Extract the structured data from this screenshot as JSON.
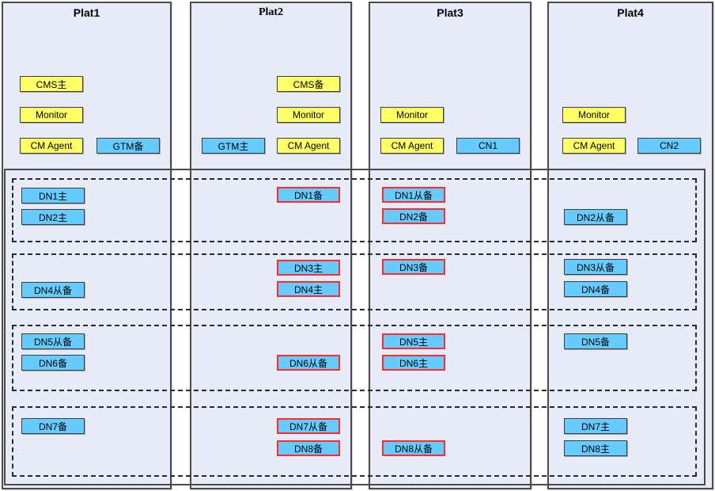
{
  "platforms": [
    {
      "title": "Plat1"
    },
    {
      "title": "Plat2"
    },
    {
      "title": "Plat3"
    },
    {
      "title": "Plat4"
    }
  ],
  "colors": {
    "platform_fill": "#E6EBF7",
    "yellow_node_fill": "#FFFF66",
    "blue_node_fill": "#66CCFF",
    "highlight_border": "#FF2B2B",
    "border_dark": "#4a4a4a"
  },
  "nodes": {
    "p1_cms": "CMS主",
    "p1_monitor": "Monitor",
    "p1_cm_agent": "CM Agent",
    "p1_gtm": "GTM备",
    "p2_cms": "CMS备",
    "p2_monitor": "Monitor",
    "p2_gtm": "GTM主",
    "p2_cm_agent": "CM Agent",
    "p3_monitor": "Monitor",
    "p3_cm_agent": "CM Agent",
    "p3_cn": "CN1",
    "p4_monitor": "Monitor",
    "p4_cm_agent": "CM Agent",
    "p4_cn": "CN2",
    "p1_dn1": "DN1主",
    "p1_dn2": "DN2主",
    "p2_dn1": "DN1备",
    "p3_dn1": "DN1从备",
    "p3_dn2": "DN2备",
    "p4_dn2": "DN2从备",
    "p1_dn4": "DN4从备",
    "p2_dn3": "DN3主",
    "p2_dn4": "DN4主",
    "p3_dn3": "DN3备",
    "p4_dn3": "DN3从备",
    "p4_dn4": "DN4备",
    "p1_dn5": "DN5从备",
    "p1_dn6": "DN6备",
    "p2_dn6": "DN6从备",
    "p3_dn5": "DN5主",
    "p3_dn6": "DN6主",
    "p4_dn5": "DN5备",
    "p1_dn7": "DN7备",
    "p2_dn7": "DN7从备",
    "p2_dn8": "DN8备",
    "p3_dn8": "DN8从备",
    "p4_dn7": "DN7主",
    "p4_dn8": "DN8主"
  }
}
